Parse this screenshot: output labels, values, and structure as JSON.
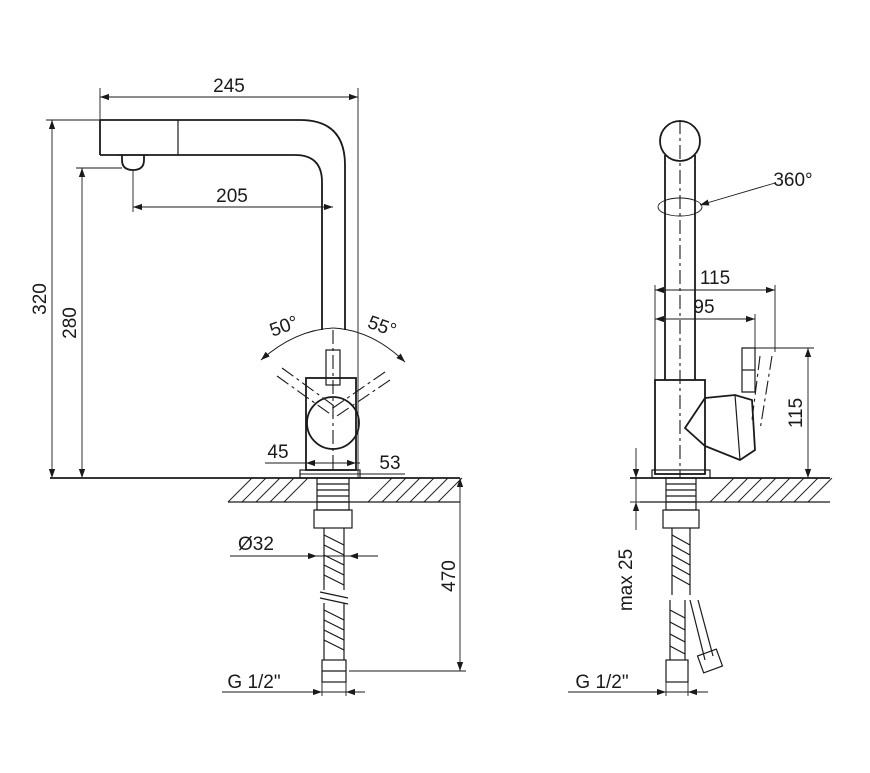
{
  "drawing": {
    "front_view": {
      "dim_spout_length": "245",
      "dim_spout_reach": "205",
      "dim_total_height": "320",
      "dim_outlet_height": "280",
      "dim_lever_left_angle": "50°",
      "dim_lever_right_angle": "55°",
      "dim_body_width": "45",
      "dim_base_width": "53",
      "dim_hole_diameter": "Ø32",
      "dim_hose_length": "470",
      "dim_connection": "G 1/2\""
    },
    "side_view": {
      "dim_rotation": "360°",
      "dim_handle_reach": "115",
      "dim_body_reach": "95",
      "dim_handle_height": "115",
      "dim_max_thickness": "max 25",
      "dim_connection": "G 1/2\""
    }
  }
}
